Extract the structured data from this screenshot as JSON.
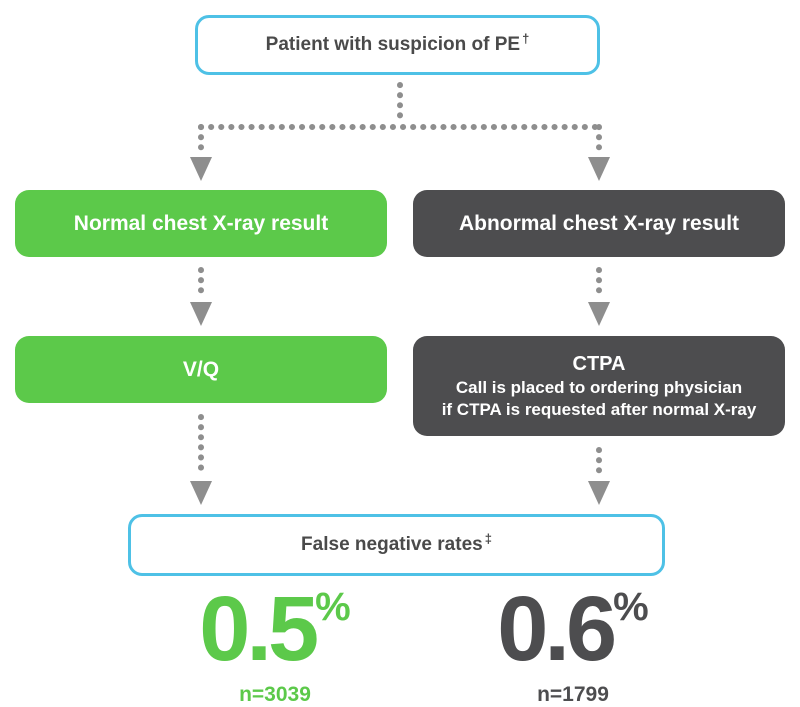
{
  "top": {
    "label": "Patient with suspicion of PE",
    "mark": "†"
  },
  "left_branch": {
    "xray_label": "Normal chest X-ray result",
    "test_label": "V/Q"
  },
  "right_branch": {
    "xray_label": "Abnormal chest X-ray result",
    "test_title": "CTPA",
    "test_line1": "Call is placed to ordering physician",
    "test_line2": "if CTPA is requested after normal X-ray"
  },
  "result": {
    "label": "False negative rates",
    "mark": "‡"
  },
  "stats": [
    {
      "value": "0.5",
      "unit": "%",
      "n": "n=3039"
    },
    {
      "value": "0.6",
      "unit": "%",
      "n": "n=1799"
    }
  ],
  "colors": {
    "outline": "#4ec1e6",
    "green": "#5cc94a",
    "dark": "#4d4d4f",
    "connector": "#8e8e8e"
  }
}
